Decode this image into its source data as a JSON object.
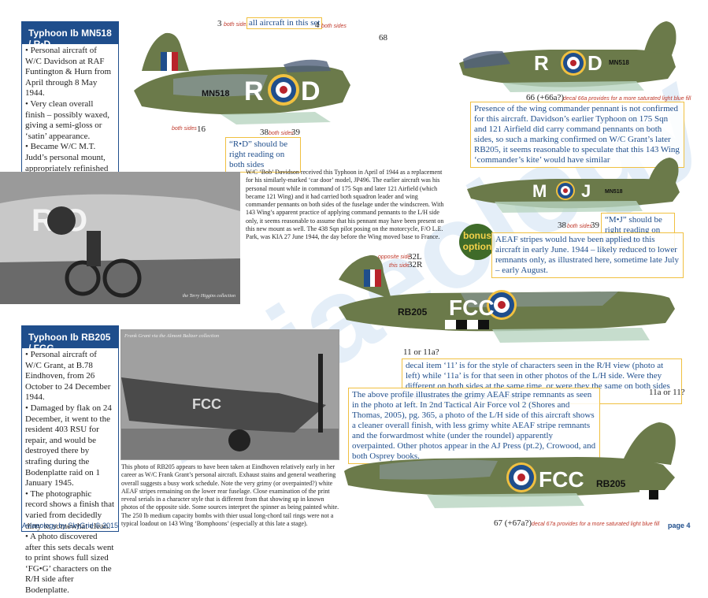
{
  "sidebar1": {
    "title": "Typhoon Ib MN518 / R•D",
    "items": [
      "• Personal aircraft of W/C Davidson at RAF Funtington & Hurn from April through 8 May 1944.",
      "• Very clean overall finish – possibly waxed, giving a semi-gloss or ‘satin’ appearance.",
      "• Became W/C M.T. Judd’s personal mount, appropriately refinished with his “M•J” initials after Davidson went missing in 438 Sqn’s F3•N (MN957 – see pg.5) on 8 May 1944."
    ]
  },
  "sidebar2": {
    "title": "Typhoon Ib RB205 / FGG",
    "items": [
      "• Personal aircraft of W/C Grant, at B.78 Eindhoven, from 26 October to 24 December 1944.",
      "• Damaged by flak on 24 December, it went to the resident 403 RSU for repair, and would be destroyed there by strafing during the Bodenplatte raid on 1 January 1945.",
      "• The photographic record shows a finish that varied from decidedly dirty to somewhat clean.",
      "• A photo discovered after this sets decals went to print shows full sized ‘FG•G’ characters on the R/H side after Bodenplatte."
    ]
  },
  "callouts": {
    "top_3": "3",
    "both_sides": "both sides",
    "all_aircraft": "all aircraft in this set",
    "top_4": "4",
    "n68": "68",
    "n16": "16",
    "n38": "38",
    "n39": "39",
    "rd_box": "“R•D” should be right reading on both sides",
    "n66": "66 (+66a?)",
    "decal66": "decal 66a provides for a more saturated light blue fill",
    "mj_box": "“M•J” should be right reading on both sides",
    "opposite_side": "opposite side",
    "n32L": "32L",
    "this_side": "this side",
    "n32R": "32R",
    "n11": "11 or 11a?",
    "n11b": "11a or 11?",
    "n67": "67 (+67a?)",
    "decal67": "decal 67a provides for a more saturated light blue fill"
  },
  "boxes": {
    "pennant": "Presence of the wing commander pennant is not confirmed for this aircraft. Davidson’s earlier Typhoon on 175 Sqn and 121 Airfield did carry command pennants on both sides, so such a marking confirmed on W/C Grant’s later RB205, it seems reasonable to speculate that this 143 Wing ‘commander’s kite’ would have similar",
    "aeaf": "AEAF stripes would have been applied to this aircraft in early June. 1944 – likely reduced to lower remnants only, as illustrated here, sometime late July – early August.",
    "decal11": "decal item ‘11’ is for the style of characters seen in the R/H view (photo at left) while ‘11a’ is for that seen in other photos of the L/H side. Were they different on both sides at the same time, or were they the same on both sides at different times due to repainting?",
    "grimy": "The above profile illustrates the grimy AEAF stripe remnants as seen in the photo at left. In 2nd Tactical Air Force vol 2 (Shores and Thomas, 2005), pg. 365, a photo of the L/H side of this aircraft shows a cleaner overall finish, with less grimy white AEAF stripe remnants and the forwardmost white (under the roundel) apparently overpainted. Other photos appear in the AJ Press (pt.2), Crowood, and both Osprey books."
  },
  "captions": {
    "davidson": "W/C ‘Bob’ Davidson received this Typhoon in April of 1944 as a replacement for his similarly-marked ‘car door’ model, JP496. The earlier aircraft was his personal mount while in command of 175 Sqn and later 121 Airfield (which became 121 Wing) and it had carried both squadron leader and wing commander pennants on both sides of the fuselage under the windscreen. With 143 Wing’s apparent practice of applying command pennants to the L/H side only, it seems reasonable to assume that his pennant may have been present on this new mount as well. The 438 Sqn pilot posing on the motorcycle, F/O L.E. Park, was KIA 27 June 1944, the day before the Wing moved base to France.",
    "credit1": "the Terry Higgins collection",
    "credit2": "Frank Grant via the Almont Baltzer collection",
    "rb205": "This photo of RB205 appears to have been taken at Eindhoven relatively early in her career as W/C Frank Grant’s personal aircraft. Exhaust stains and general weathering overall suggests a busy work schedule. Note the very grimy (or overpainted?) white AEAF stripes remaining on the lower rear fuselage. Close examination of the print reveal serials in a character style that is different from that showing up in known photos of the opposite side. Some sources interpret the spinner as being painted white. The 250 lb medium capacity bombs with thier usual long-chord tail rings were not a typical loadout on 143 Wing ‘Bomphoons’ (especially at this late a stage)."
  },
  "bonus": {
    "line1": "bonus",
    "line2": "option"
  },
  "aircraft": {
    "p1_code_left": "R",
    "p1_code_right": "D",
    "p1_serial": "MN518",
    "p2_code_left": "R",
    "p2_code_right": "D",
    "p2_serial": "MN518",
    "p3_code_left": "M",
    "p3_code_right": "J",
    "p3_serial": "MN518",
    "p4_code": "FCC",
    "p4_serial": "RB205",
    "p5_code": "FCC",
    "p5_serial": "RB205",
    "photo1_code": "R O"
  },
  "footer": {
    "left": "Aviaeology by SkyGrid © 2015",
    "right": "page 4"
  },
  "colors": {
    "rafblue": "#1f4e8c",
    "rafred": "#b8232b",
    "yellow": "#f0c040",
    "green": "#5a6a3a",
    "grey": "#8c9aa0",
    "sky": "#b8d4c0"
  }
}
